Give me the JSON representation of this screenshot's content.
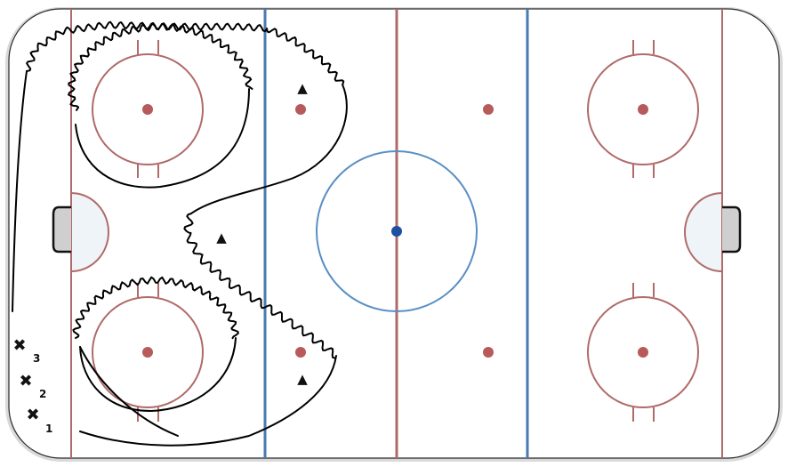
{
  "colors": {
    "boards": "#222222",
    "board_shadow": "#c8c8c8",
    "red_line": "#b06a6a",
    "blue_line": "#4a7ab0",
    "center_circle": "#5a8fc4",
    "center_dot": "#1f4fa0",
    "crease": "#eef4f8",
    "goal": "#cfcfcf",
    "skater_path": "#000000"
  },
  "players": [
    {
      "symbol": "✖",
      "number": "3"
    },
    {
      "symbol": "✖",
      "number": "2"
    },
    {
      "symbol": "✖",
      "number": "1"
    }
  ],
  "cones": [
    {
      "symbol": "▲",
      "name": "cone-top"
    },
    {
      "symbol": "▲",
      "name": "cone-middle"
    },
    {
      "symbol": "▲",
      "name": "cone-bottom"
    }
  ]
}
